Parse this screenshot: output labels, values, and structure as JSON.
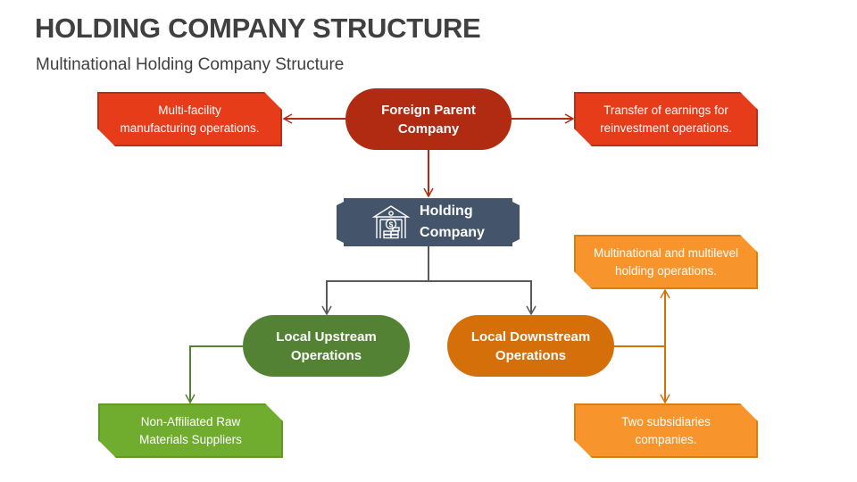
{
  "header": {
    "title": "HOLDING COMPANY STRUCTURE",
    "subtitle": "Multinational Holding Company Structure"
  },
  "colors": {
    "parent": "#b12a12",
    "red_box": "#e63c1a",
    "red_border": "#b8301a",
    "holding": "#44546a",
    "upstream": "#548235",
    "downstream": "#d46f0a",
    "green_box": "#70ad2f",
    "orange_box": "#f7952c",
    "gray_line": "#595959"
  },
  "nodes": {
    "parent": {
      "label": "Foreign Parent\nCompany"
    },
    "holding": {
      "label": "Holding\nCompany",
      "icon": "bank-money-icon"
    },
    "upstream": {
      "label": "Local Upstream\nOperations"
    },
    "downstream": {
      "label": "Local Downstream\nOperations"
    }
  },
  "boxes": {
    "manufacturing": {
      "text": "Multi-facility\nmanufacturing operations."
    },
    "earnings": {
      "text": "Transfer of earnings for\nreinvestment operations."
    },
    "multilevel": {
      "text": "Multinational and multilevel\nholding operations."
    },
    "suppliers": {
      "text": "Non-Affiliated Raw\nMaterials Suppliers"
    },
    "subsidiaries": {
      "text": "Two subsidiaries\ncompanies."
    }
  }
}
